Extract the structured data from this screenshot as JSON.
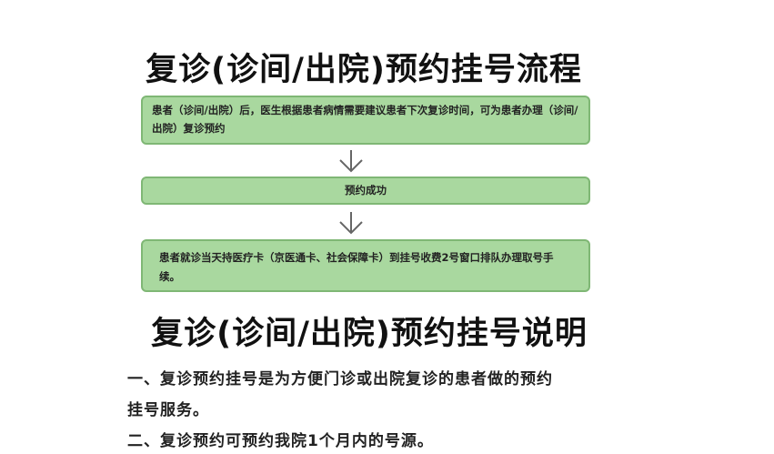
{
  "title_flow": "复诊(诊间/出院)预约挂号流程",
  "flow_steps": [
    "患者（诊间/出院）后，医生根据患者病情需要建议患者下次复诊时间，可为患者办理（诊间/出院）复诊预约",
    "预约成功",
    "患者就诊当天持医疗卡（京医通卡、社会保障卡）到挂号收费2号窗口排队办理取号手续。"
  ],
  "title_notes": "复诊(诊间/出院)预约挂号说明",
  "notes": [
    "一、复诊预约挂号是为方便门诊或出院复诊的患者做的预约",
    "挂号服务。",
    "二、复诊预约可预约我院1个月内的号源。"
  ],
  "colors": {
    "box_fill": "#a9d89f",
    "box_border": "#7fb775",
    "arrow": "#666666"
  }
}
